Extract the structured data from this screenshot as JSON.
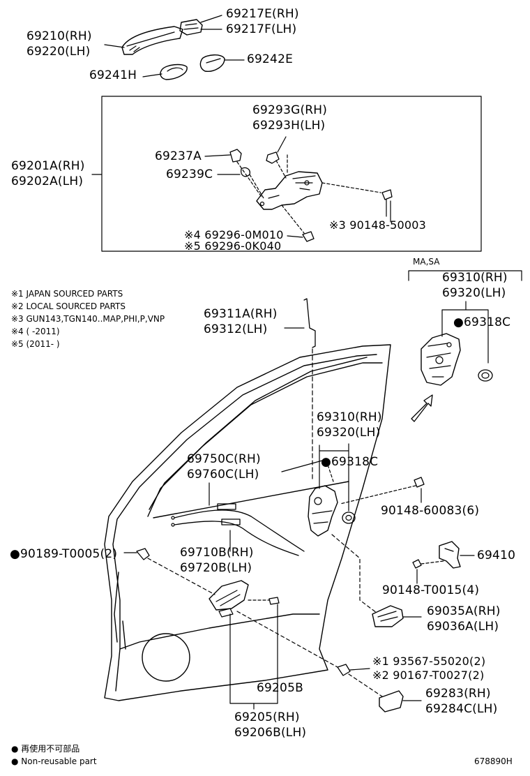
{
  "labels": {
    "p69217e": "69217E(RH)",
    "p69217f": "69217F(LH)",
    "p69210": "69210(RH)",
    "p69220": "69220(LH)",
    "p69242e": "69242E",
    "p69241h": "69241H",
    "p69293g": "69293G(RH)",
    "p69293h": "69293H(LH)",
    "p69237a": "69237A",
    "p69239c": "69239C",
    "p69201a": "69201A(RH)",
    "p69202a": "69202A(LH)",
    "p69296_m010": "※4 69296-0M010",
    "p69296_k040": "※5 69296-0K040",
    "p90148_50003": "※3 90148-50003",
    "ma_sa": "MA,SA",
    "p69310_top": "69310(RH)",
    "p69320_top": "69320(LH)",
    "p69318c_top": "●69318C",
    "p69311a": "69311A(RH)",
    "p69312": "69312(LH)",
    "p69310_mid": "69310(RH)",
    "p69320_mid": "69320(LH)",
    "p69750c": "69750C(RH)",
    "p69760c": "69760C(LH)",
    "p69318c_mid": "●69318C",
    "p90148_60083": "90148-60083(6)",
    "p90189": "●90189-T0005(2)",
    "p69710b": "69710B(RH)",
    "p69720b": "69720B(LH)",
    "p69410": "69410",
    "p90148_t0015": "90148-T0015(4)",
    "p69035a": "69035A(RH)",
    "p69036a": "69036A(LH)",
    "p93567": "※1 93567-55020(2)",
    "p90167": "※2 90167-T0027(2)",
    "p69205b": "69205B",
    "p69283": "69283(RH)",
    "p69284c": "69284C(LH)",
    "p69205": "69205(RH)",
    "p69206b": "69206B(LH)"
  },
  "notes": {
    "n1": "※1 JAPAN SOURCED PARTS",
    "n2": "※2 LOCAL SOURCED PARTS",
    "n3": "※3 GUN143,TGN140..MAP,PHI,P,VNP",
    "n4": "※4 (       -2011)",
    "n5": "※5 (2011-       )"
  },
  "legend": {
    "reuse_jp": "● 再使用不可部品",
    "reuse_en": "● Non-reusable part"
  },
  "diagram_id": "678890H",
  "colors": {
    "line": "#000000",
    "background": "#ffffff"
  }
}
